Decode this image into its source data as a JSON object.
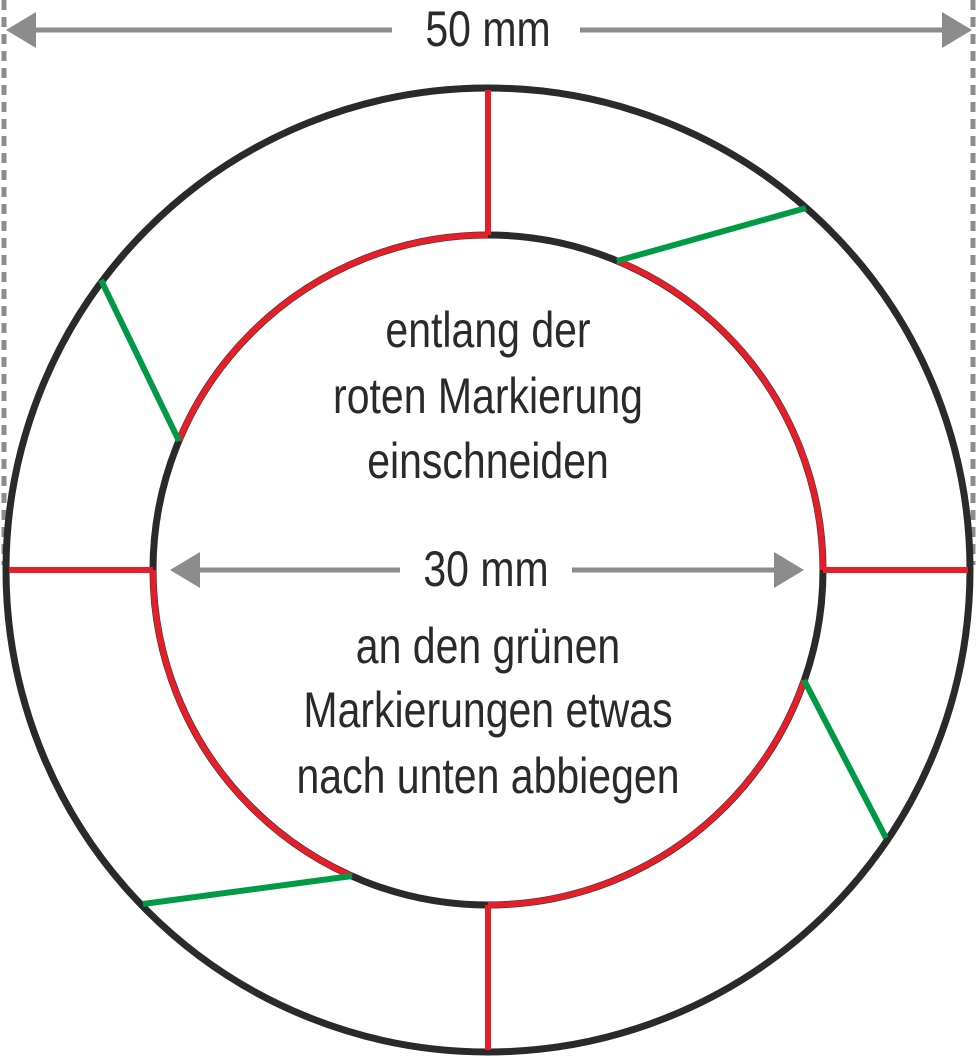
{
  "dimensions": {
    "outer": "50 mm",
    "inner": "30 mm"
  },
  "instructions": {
    "cut": [
      "entlang der",
      "roten Markierung",
      "einschneiden"
    ],
    "bend": [
      "an den grünen",
      "Markierungen etwas",
      "nach unten abbiegen"
    ]
  },
  "colors": {
    "outline": "#2a2a2a",
    "cut": "#e3202a",
    "bend": "#009a44",
    "dimension": "#8c8c8c"
  }
}
